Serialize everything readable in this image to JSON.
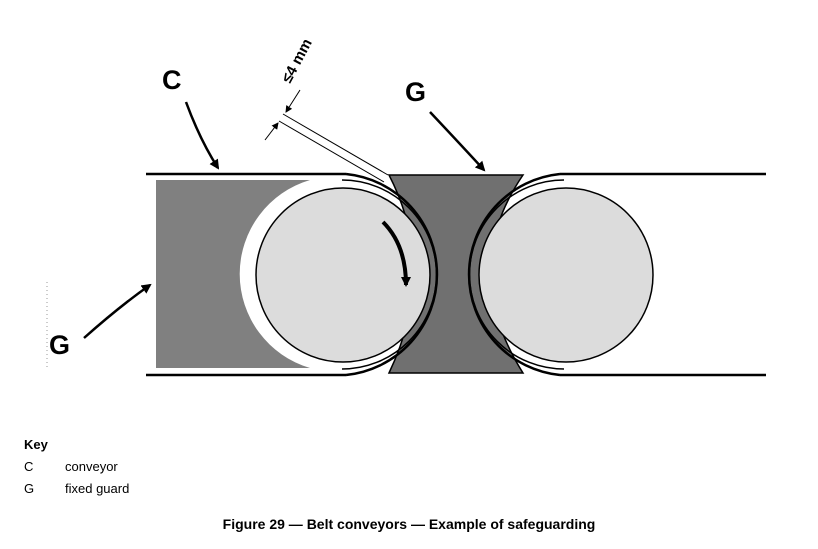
{
  "diagram": {
    "labels": {
      "conveyor": "C",
      "guard_left": "G",
      "guard_top": "G",
      "gap_dimension": "≤4 mm"
    },
    "colors": {
      "guard_fill": "#808080",
      "roller_fill": "#dcdcdc",
      "line": "#000000"
    }
  },
  "key": {
    "title": "Key",
    "items": [
      {
        "symbol": "C",
        "text": "conveyor"
      },
      {
        "symbol": "G",
        "text": "fixed guard"
      }
    ]
  },
  "caption": "Figure 29 — Belt conveyors — Example of safeguarding"
}
